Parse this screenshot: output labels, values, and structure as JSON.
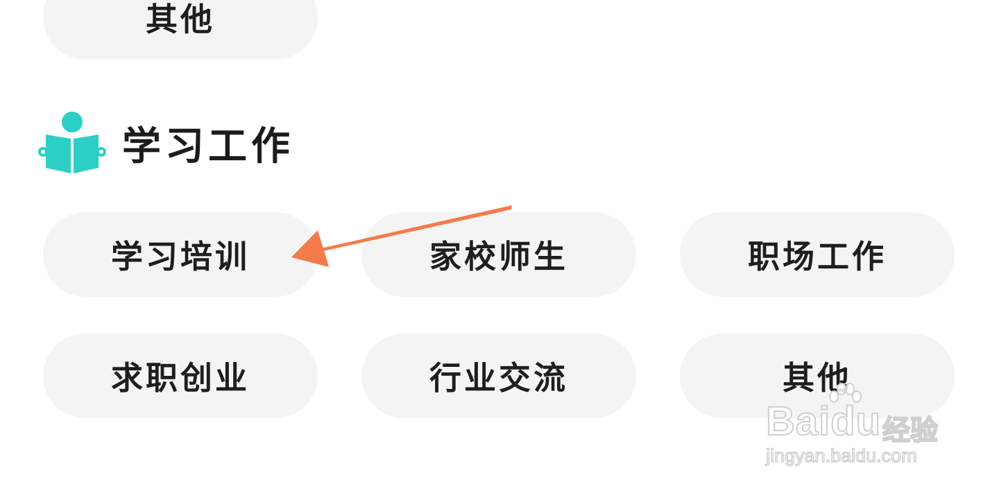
{
  "top_item": {
    "label": "其他"
  },
  "section": {
    "title": "学习工作",
    "icon": "reading-person-icon",
    "icon_color": "#2ccfc4",
    "items": [
      {
        "label": "学习培训"
      },
      {
        "label": "家校师生"
      },
      {
        "label": "职场工作"
      },
      {
        "label": "求职创业"
      },
      {
        "label": "行业交流"
      },
      {
        "label": "其他"
      }
    ]
  },
  "annotation": {
    "arrow_color": "#f47a4a"
  },
  "watermark": {
    "brand_word": "Baidu",
    "brand_cn": "经验",
    "url": "jingyan.baidu.com"
  }
}
